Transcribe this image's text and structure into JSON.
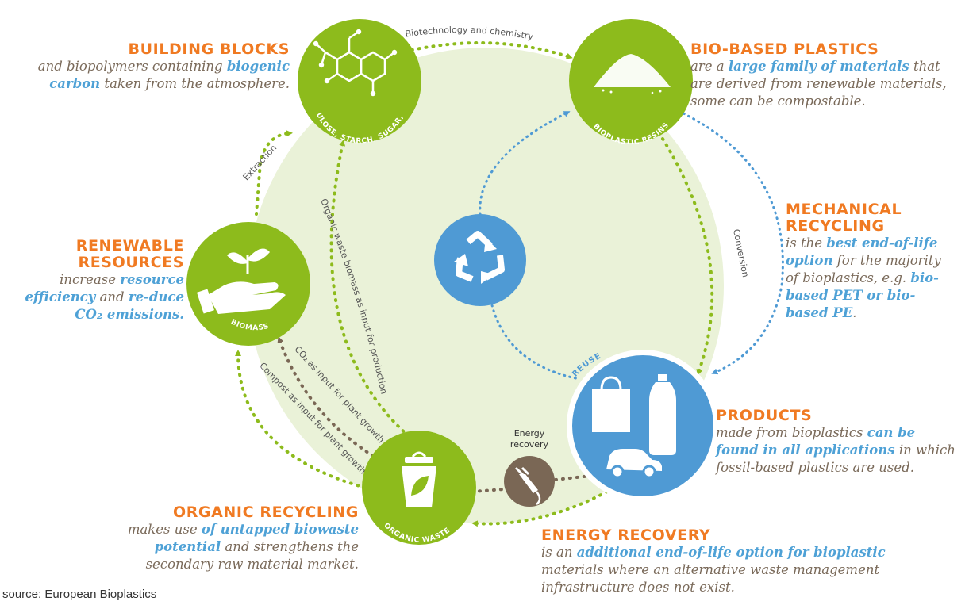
{
  "nodes": {
    "building_blocks": {
      "title": "BUILDING BLOCKS",
      "desc": [
        {
          "t": "and biopolymers containing ",
          "h": false
        },
        {
          "t": "biogenic carbon",
          "h": true
        },
        {
          "t": " taken from the atmosphere.",
          "h": false
        }
      ],
      "circle_label": "CELLULOSE, STARCH, SUGAR, OILS"
    },
    "bio_based_plastics": {
      "title": "BIO-BASED PLASTICS",
      "desc": [
        {
          "t": "are a ",
          "h": false
        },
        {
          "t": "large family of materials",
          "h": true
        },
        {
          "t": " that are derived from renewable materials, some can be compostable.",
          "h": false
        }
      ],
      "circle_label": "BIOPLASTIC RESINS"
    },
    "mechanical_recycling": {
      "title": "MECHANICAL RECYCLING",
      "desc": [
        {
          "t": "is the ",
          "h": false
        },
        {
          "t": "best end-of-life option",
          "h": true
        },
        {
          "t": " for the majority of bioplastics, e.g. ",
          "h": false
        },
        {
          "t": "bio-based PET or bio-based PE",
          "h": true
        },
        {
          "t": ".",
          "h": false
        }
      ]
    },
    "products": {
      "title": "PRODUCTS",
      "desc": [
        {
          "t": "made from bioplastics ",
          "h": false
        },
        {
          "t": "can be found in all applications",
          "h": true
        },
        {
          "t": " in which fossil-based plastics are used.",
          "h": false
        }
      ],
      "reuse_label": "REUSE"
    },
    "energy_recovery": {
      "title": "ENERGY RECOVERY",
      "desc": [
        {
          "t": "is an ",
          "h": false
        },
        {
          "t": "additional end-of-life option for bioplastic",
          "h": true
        },
        {
          "t": " materials where an alternative waste management infrastructure does not exist.",
          "h": false
        }
      ],
      "icon_label": "Energy recovery"
    },
    "organic_recycling": {
      "title": "ORGANIC RECYCLING",
      "desc": [
        {
          "t": "makes use ",
          "h": false
        },
        {
          "t": "of untapped biowaste potential",
          "h": true
        },
        {
          "t": " and strengthens the secondary raw material market.",
          "h": false
        }
      ],
      "circle_label": "ORGANIC WASTE"
    },
    "renewable_resources": {
      "title": "RENEWABLE RESOURCES",
      "desc": [
        {
          "t": "increase ",
          "h": false
        },
        {
          "t": "resource efficiency",
          "h": true
        },
        {
          "t": " and ",
          "h": false
        },
        {
          "t": "re-duce CO₂ emissions.",
          "h": true
        }
      ],
      "circle_label": "BIOMASS"
    }
  },
  "arrows": {
    "biotech": "Biotechnology and chemistry",
    "extraction": "Extraction",
    "conversion": "Conversion",
    "organic_waste_input": "Organic waste biomass as input for production",
    "co2_input": "CO₂ as input for plant growth",
    "compost_input": "Compost as input for plant growth"
  },
  "source": "source: European Bioplastics",
  "colors": {
    "green": "#8dbb1c",
    "blue": "#4f9ad4",
    "orange": "#f07a22",
    "brown": "#7a6a5a",
    "bg_circle": "#eaf2d8",
    "energy_icon": "#7a6755"
  }
}
